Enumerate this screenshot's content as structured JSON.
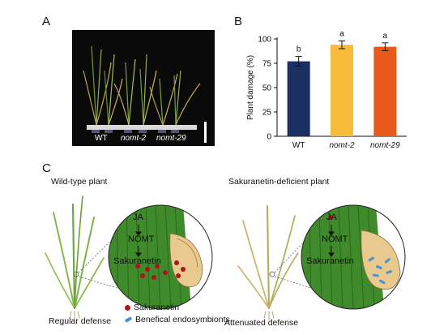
{
  "panels": {
    "a_label": "A",
    "b_label": "B",
    "c_label": "C"
  },
  "photo": {
    "labels": [
      "WT",
      "nomt-2",
      "nomt-29"
    ]
  },
  "chart_data": {
    "type": "bar",
    "categories": [
      "WT",
      "nomt-2",
      "nomt-29"
    ],
    "values": [
      77,
      94,
      92
    ],
    "errors": [
      5,
      4,
      4
    ],
    "significance": [
      "b",
      "a",
      "a"
    ],
    "colors": [
      "#1b2f63",
      "#f7bd3a",
      "#e9591a"
    ],
    "ylabel": "Plant damage (%)",
    "ylim": [
      0,
      100
    ],
    "yticks": [
      0,
      25,
      50,
      75,
      100
    ],
    "grid": false
  },
  "diagram": {
    "left_title": "Wild-type plant",
    "right_title": "Sakuranetin-deficient plant",
    "left_caption": "Regular defense",
    "right_caption": "Attenuated defense",
    "left_pathway": [
      "JA",
      "NOMT",
      "Sakuranetin"
    ],
    "right_pathway": [
      "JA",
      "NOMT",
      "Sakuranetin"
    ],
    "legend": {
      "sakuranetin": "Sakuranetin",
      "endosymbionts": "Benefical endosymbionts"
    }
  }
}
